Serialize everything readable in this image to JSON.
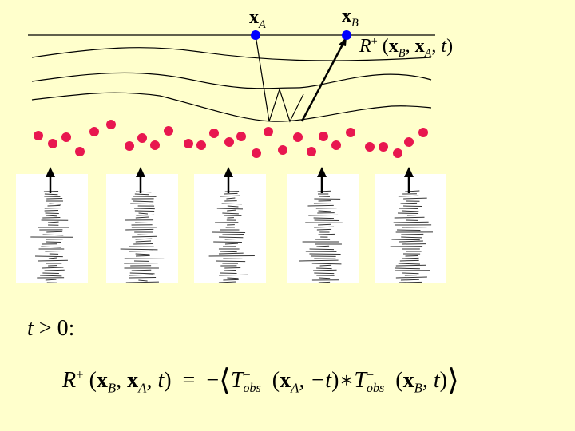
{
  "labels": {
    "xA": {
      "main": "x",
      "sub": "A"
    },
    "xB": {
      "main": "x",
      "sub": "B"
    },
    "response": {
      "R": "R",
      "sup": "+",
      "open": "(",
      "x1": "x",
      "sub1": "B",
      "comma1": ",",
      "x2": "x",
      "sub2": "A",
      "comma2": ",",
      "t": "t",
      "close": ")"
    },
    "condition": {
      "t": "t",
      "gt": ">",
      "zero": "0",
      "colon": ":"
    }
  },
  "equation": {
    "R": "R",
    "sup": "+",
    "lhs_open": "(",
    "x1": "x",
    "sub1": "B",
    "c1": ",",
    "x2": "x",
    "sub2": "A",
    "c2": ",",
    "t1": "t",
    "lhs_close": ")",
    "equals": "=",
    "minus": "−",
    "langle": "⟨",
    "T1": "T",
    "T1_sup": "−",
    "T1_sub": "obs",
    "arg1_open": "(",
    "arg1_x": "x",
    "arg1_sub": "A",
    "arg1_c": ",",
    "arg1_t": "−t",
    "arg1_close": ")",
    "conv": "∗",
    "T2": "T",
    "T2_sup": "−",
    "T2_sub": "obs",
    "arg2_open": "(",
    "arg2_x": "x",
    "arg2_sub": "B",
    "arg2_c": ",",
    "arg2_t": "t",
    "arg2_close": ")",
    "rangle": "⟩"
  },
  "colors": {
    "background": "#FFFFCC",
    "receiver": "#0000FF",
    "scatterer": "#E8174F",
    "trace_panel": "#FFFFFF",
    "trace": "#333333",
    "line": "#000000"
  },
  "icons": {
    "receiver": "blue-dot",
    "scatterer": "red-dot",
    "source_arrow": "up-arrow"
  }
}
